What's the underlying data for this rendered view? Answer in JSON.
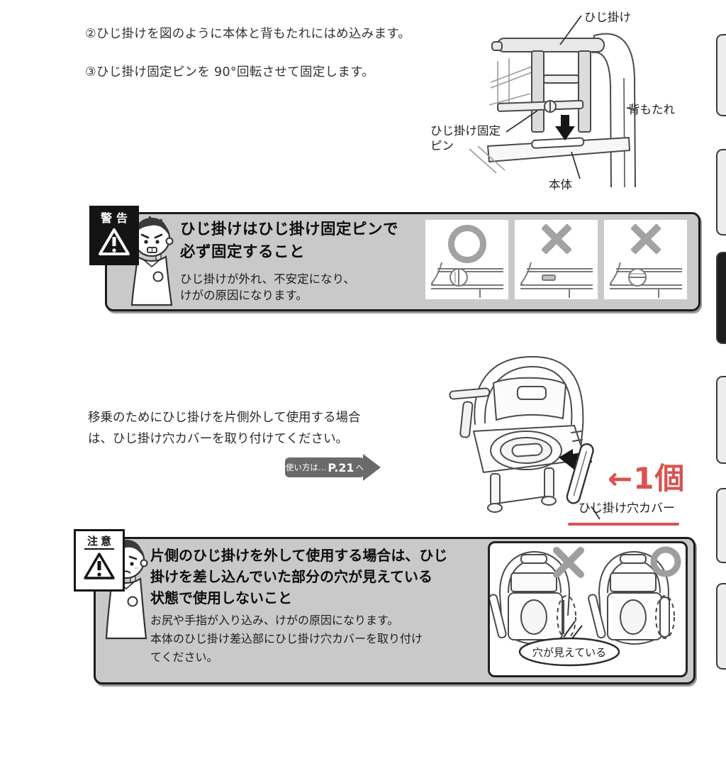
{
  "steps": [
    {
      "text": "②ひじ掛けを図のように本体と背もたれにはめ込みます。"
    },
    {
      "text": "③ひじ掛け固定ピンを 90°回転させて固定します。"
    }
  ],
  "assembly_diagram": {
    "labels": {
      "armrest": "ひじ掛け",
      "backrest": "背もたれ",
      "fixing_pin": "ひじ掛け固定\nピン",
      "body": "本体"
    }
  },
  "warning": {
    "badge": "警告",
    "title": "ひじ掛けはひじ掛け固定ピンで\n必ず固定すること",
    "body": "ひじ掛けが外れ、不安定になり、\nけがの原因になります。",
    "result_marks": [
      "ok",
      "ng",
      "ng"
    ]
  },
  "transfer": {
    "note": "移乗のためにひじ掛けを片側外して使用する場合\nは、ひじ掛け穴カバーを取り付けてください。",
    "usage_ref": {
      "prefix": "使い方は…",
      "page": "P.21",
      "suffix": "へ"
    },
    "count_label": "←1個",
    "cover_label": "ひじ掛け穴カバー"
  },
  "caution": {
    "badge": "注意",
    "title": "片側のひじ掛けを外して使用する場合は、ひじ\n掛けを差し込んでいた部分の穴が見えている\n状態で使用しないこと",
    "body": "お尻や手指が入り込み、けがの原因になります。\n本体のひじ掛け差込部にひじ掛け穴カバーを取り付け\nてください。",
    "bubble": "穴が見えている",
    "result_marks": {
      "uncovered_chair": "ng",
      "covered_chair": "ok"
    }
  },
  "side_tabs": {
    "count": 6,
    "active_index": 3
  },
  "colors": {
    "alert_box_gray": "#c9c9c9",
    "accent_red": "#d9534f",
    "mark_gray": "#a2a2a2",
    "badge_black": "#141414",
    "button_gray": "#6a6a6a"
  }
}
